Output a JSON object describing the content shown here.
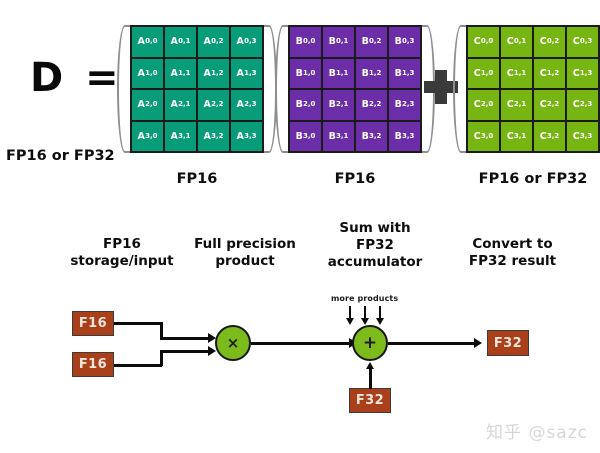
{
  "equation": {
    "result_symbol": "D =",
    "result_precision_label": "FP16 or FP32",
    "plus_operator": "+",
    "matrices": [
      {
        "name": "A",
        "caption": "FP16",
        "color": "#089c78",
        "rows": [
          [
            "A0,0",
            "A0,1",
            "A0,2",
            "A0,3"
          ],
          [
            "A1,0",
            "A1,1",
            "A1,2",
            "A1,3"
          ],
          [
            "A2,0",
            "A2,1",
            "A2,2",
            "A2,3"
          ],
          [
            "A3,0",
            "A3,1",
            "A3,2",
            "A3,3"
          ]
        ]
      },
      {
        "name": "B",
        "caption": "FP16",
        "color": "#6b2ea8",
        "rows": [
          [
            "B0,0",
            "B0,1",
            "B0,2",
            "B0,3"
          ],
          [
            "B1,0",
            "B1,1",
            "B1,2",
            "B1,3"
          ],
          [
            "B2,0",
            "B2,1",
            "B2,2",
            "B2,3"
          ],
          [
            "B3,0",
            "B3,1",
            "B3,2",
            "B3,3"
          ]
        ]
      },
      {
        "name": "C",
        "caption": "FP16 or FP32",
        "color": "#76b512",
        "rows": [
          [
            "C0,0",
            "C0,1",
            "C0,2",
            "C0,3"
          ],
          [
            "C1,0",
            "C1,1",
            "C1,2",
            "C1,3"
          ],
          [
            "C2,0",
            "C2,1",
            "C2,2",
            "C2,3"
          ],
          [
            "C3,0",
            "C3,1",
            "C3,2",
            "C3,3"
          ]
        ]
      }
    ]
  },
  "pipeline": {
    "stages": [
      {
        "line1": "FP16",
        "line2": "storage/input"
      },
      {
        "line1": "Full precision",
        "line2": "product"
      },
      {
        "line1": "Sum with",
        "line2": "FP32",
        "line3": "accumulator"
      },
      {
        "line1": "Convert to",
        "line2": "FP32 result"
      }
    ],
    "input_box_top": "F16",
    "input_box_bottom": "F16",
    "multiply_symbol": "×",
    "add_symbol": "+",
    "more_products_label": "more products",
    "accumulator_box": "F32",
    "output_box": "F32",
    "box_color": "#a9401a",
    "circle_color": "#7dbb1d"
  },
  "watermark": {
    "text": "知乎 @sazc"
  }
}
